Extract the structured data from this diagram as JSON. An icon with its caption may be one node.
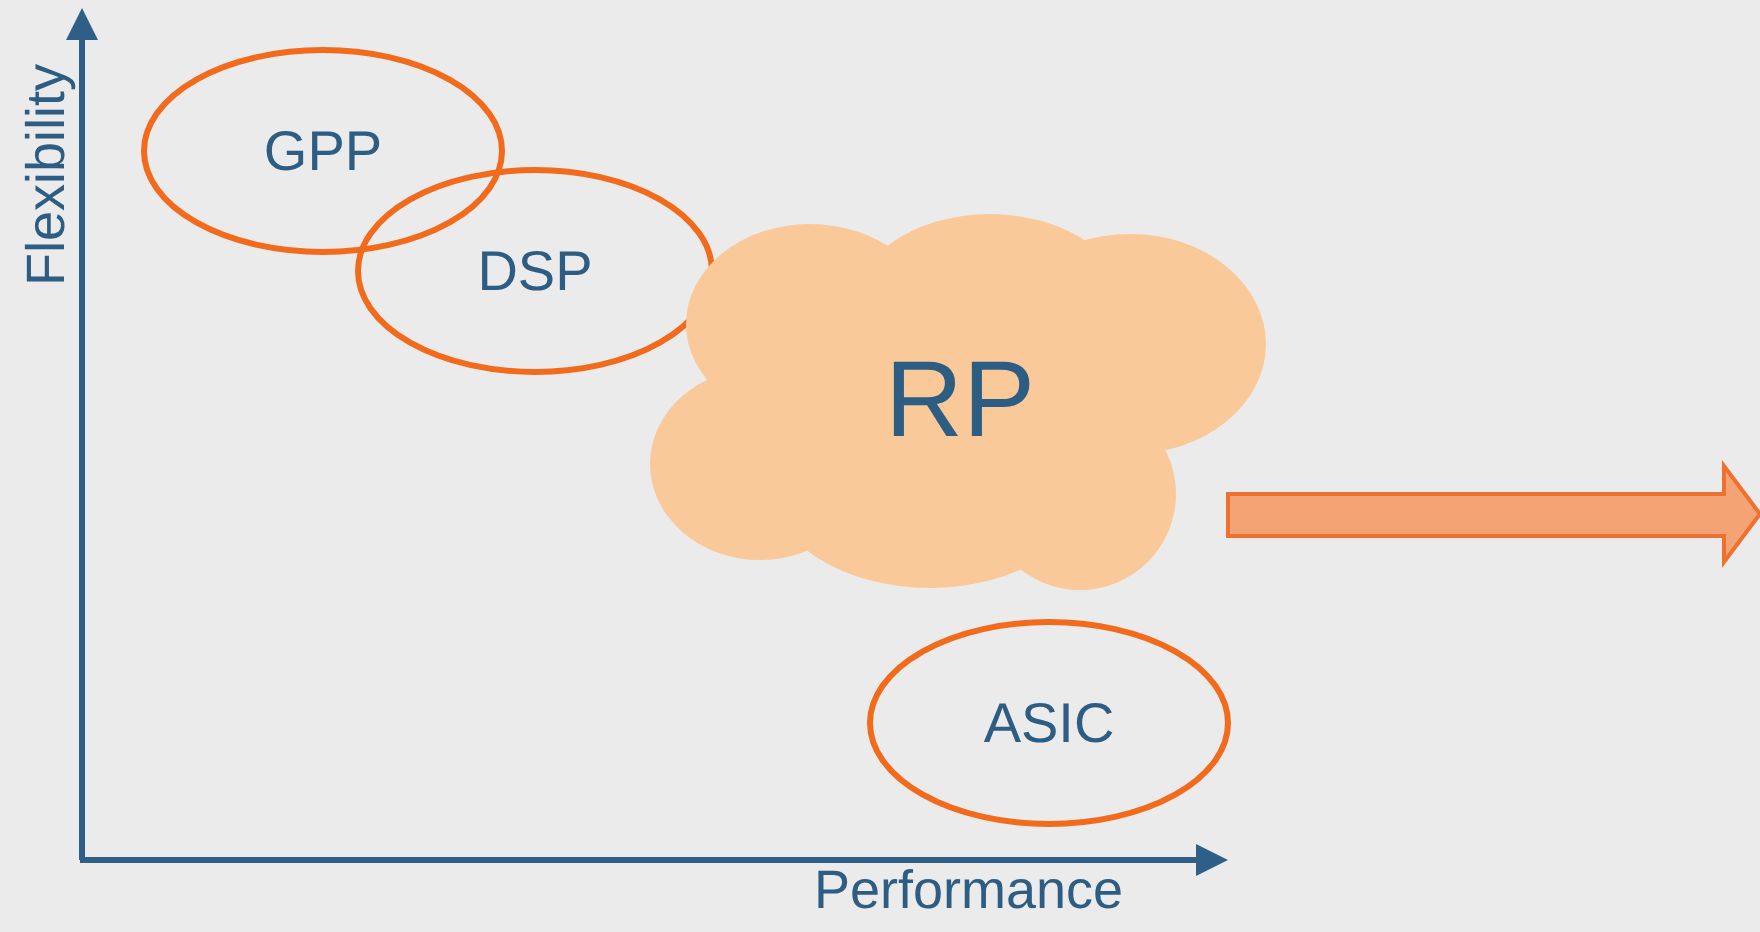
{
  "diagram": {
    "nodes": [
      {
        "text": [
          "GPP"
        ]
      },
      {
        "text": [
          "DSP"
        ]
      },
      {
        "text": [
          "RP"
        ]
      },
      {
        "text": [
          "ASIC"
        ]
      }
    ],
    "labels": [
      "Flexibility",
      "Performance"
    ]
  }
}
